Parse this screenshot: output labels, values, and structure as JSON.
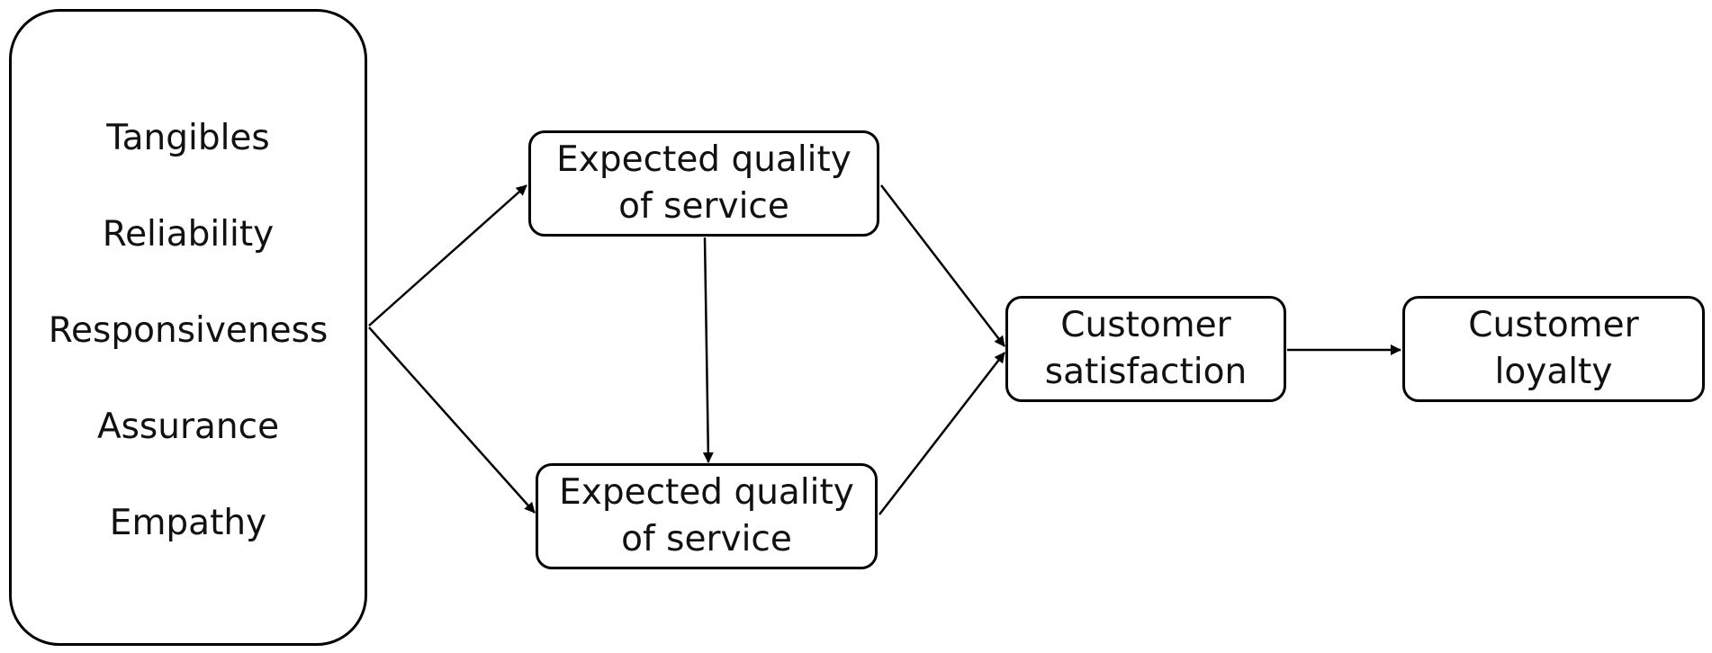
{
  "dimensions": {
    "items": [
      "Tangibles",
      "Reliability",
      "Responsiveness",
      "Assurance",
      "Empathy"
    ]
  },
  "expected_top": {
    "line1": "Expected quality",
    "line2": "of service"
  },
  "expected_bottom": {
    "line1": "Expected quality",
    "line2": "of service"
  },
  "satisfaction": {
    "line1": "Customer",
    "line2": "satisfaction"
  },
  "loyalty": {
    "line1": "Customer",
    "line2": "loyalty"
  },
  "colors": {
    "stroke": "#000000",
    "background": "#ffffff",
    "text": "#111111"
  }
}
